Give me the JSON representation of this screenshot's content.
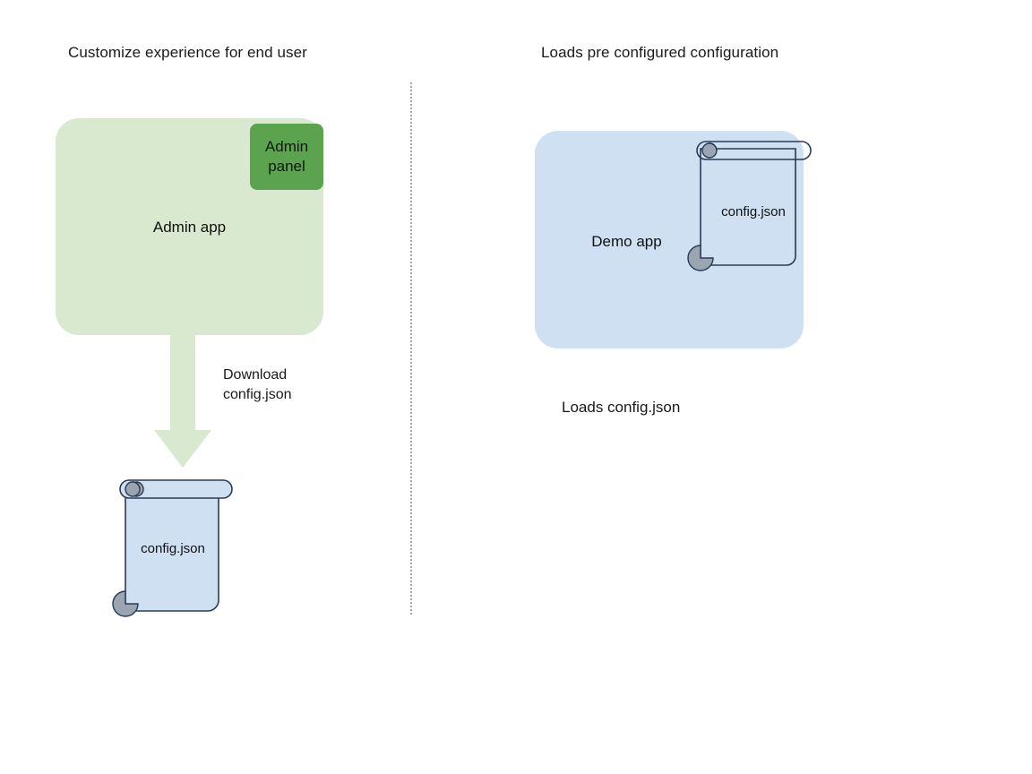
{
  "diagram": {
    "background_color": "#ffffff",
    "columns": [
      {
        "id": "left",
        "header": "Customize experience for end user",
        "app": {
          "label": "Admin app",
          "fill": "#d8e9d0",
          "panel": {
            "label_line1": "Admin",
            "label_line2": "panel",
            "fill": "#5ba34f"
          }
        },
        "arrow": {
          "label_line1": "Download",
          "label_line2": "config.json",
          "fill": "#d8e9d0",
          "direction": "down"
        },
        "document": {
          "label": "config.json",
          "fill": "#cfe0f3",
          "stroke": "#2b3a56",
          "curl_fill": "#9aa5b1"
        }
      },
      {
        "id": "right",
        "header": "Loads pre configured configuration",
        "app": {
          "label": "Demo app",
          "fill": "#cfe0f3"
        },
        "document": {
          "label": "config.json",
          "fill": "transparent",
          "stroke": "#2b3a56",
          "curl_fill": "#9aa5b1"
        },
        "caption": "Loads config.json"
      }
    ],
    "divider": {
      "style": "dotted",
      "color": "#9a9a9a"
    }
  }
}
